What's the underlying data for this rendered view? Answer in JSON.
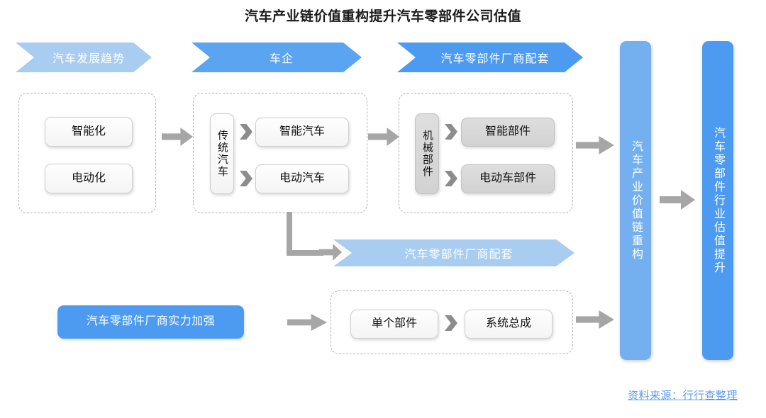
{
  "title": "汽车产业链价值重构提升汽车零部件公司估值",
  "colors": {
    "banner_light": "#a8cdf0",
    "banner_dark": "#4d9bf0",
    "bar_light": "#74b0f0",
    "bar_dark": "#4d9bf0",
    "arrow_grey": "#a6a6a6",
    "box_grey": "#d9d9d9",
    "source_blue": "#5b9bec"
  },
  "banners": [
    {
      "label": "汽车发展趋势",
      "tone": "light"
    },
    {
      "label": "车企",
      "tone": "dark"
    },
    {
      "label": "汽车零部件厂商配套",
      "tone": "dark"
    },
    {
      "label": "汽车零部件厂商配套",
      "tone": "light"
    }
  ],
  "groups": {
    "trends": {
      "nodes": [
        {
          "label": "智能化",
          "style": "white"
        },
        {
          "label": "电动化",
          "style": "white"
        }
      ]
    },
    "automakers": {
      "source": {
        "label": "传统汽车",
        "style": "white"
      },
      "nodes": [
        {
          "label": "智能汽车",
          "style": "white"
        },
        {
          "label": "电动汽车",
          "style": "white"
        }
      ]
    },
    "parts_suppliers": {
      "source": {
        "label": "机械部件",
        "style": "grey"
      },
      "nodes": [
        {
          "label": "智能部件",
          "style": "grey"
        },
        {
          "label": "电动车部件",
          "style": "grey"
        }
      ]
    },
    "assembly": {
      "nodes": [
        {
          "label": "单个部件",
          "style": "white"
        },
        {
          "label": "系统总成",
          "style": "white"
        }
      ]
    }
  },
  "standalone": {
    "supplier_strength": "汽车零部件厂商实力加强"
  },
  "vertical_bars": [
    {
      "label": "汽车产业价值链重构",
      "tone": "light"
    },
    {
      "label": "汽车零部件行业估值提升",
      "tone": "dark"
    }
  ],
  "source_note": "资料来源：行行查整理"
}
